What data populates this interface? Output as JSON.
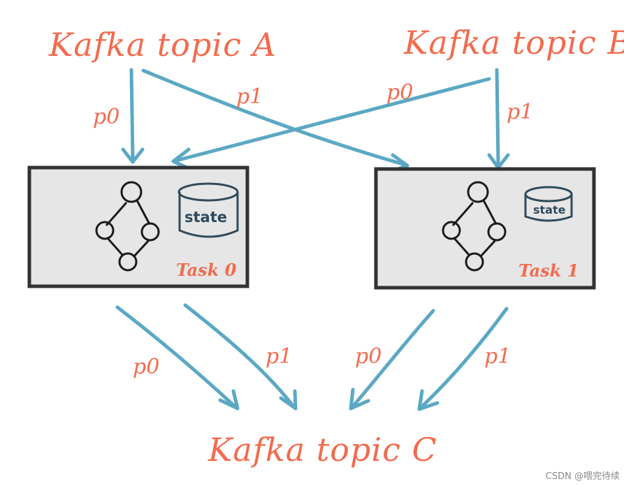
{
  "topics": {
    "a": "Kafka topic A",
    "b": "Kafka topic B",
    "c": "Kafka topic C"
  },
  "partitions": {
    "p0": "p0",
    "p1": "p1"
  },
  "tasks": [
    {
      "label": "Task 0",
      "state": "state"
    },
    {
      "label": "Task 1",
      "state": "state"
    }
  ],
  "colors": {
    "text": "#f26b4e",
    "arrow": "#5ba8c4",
    "box_fill": "#e6e6e6",
    "box_stroke": "#2f3336",
    "state": "#2f4a5c"
  },
  "watermark": "CSDN @喂完待续"
}
